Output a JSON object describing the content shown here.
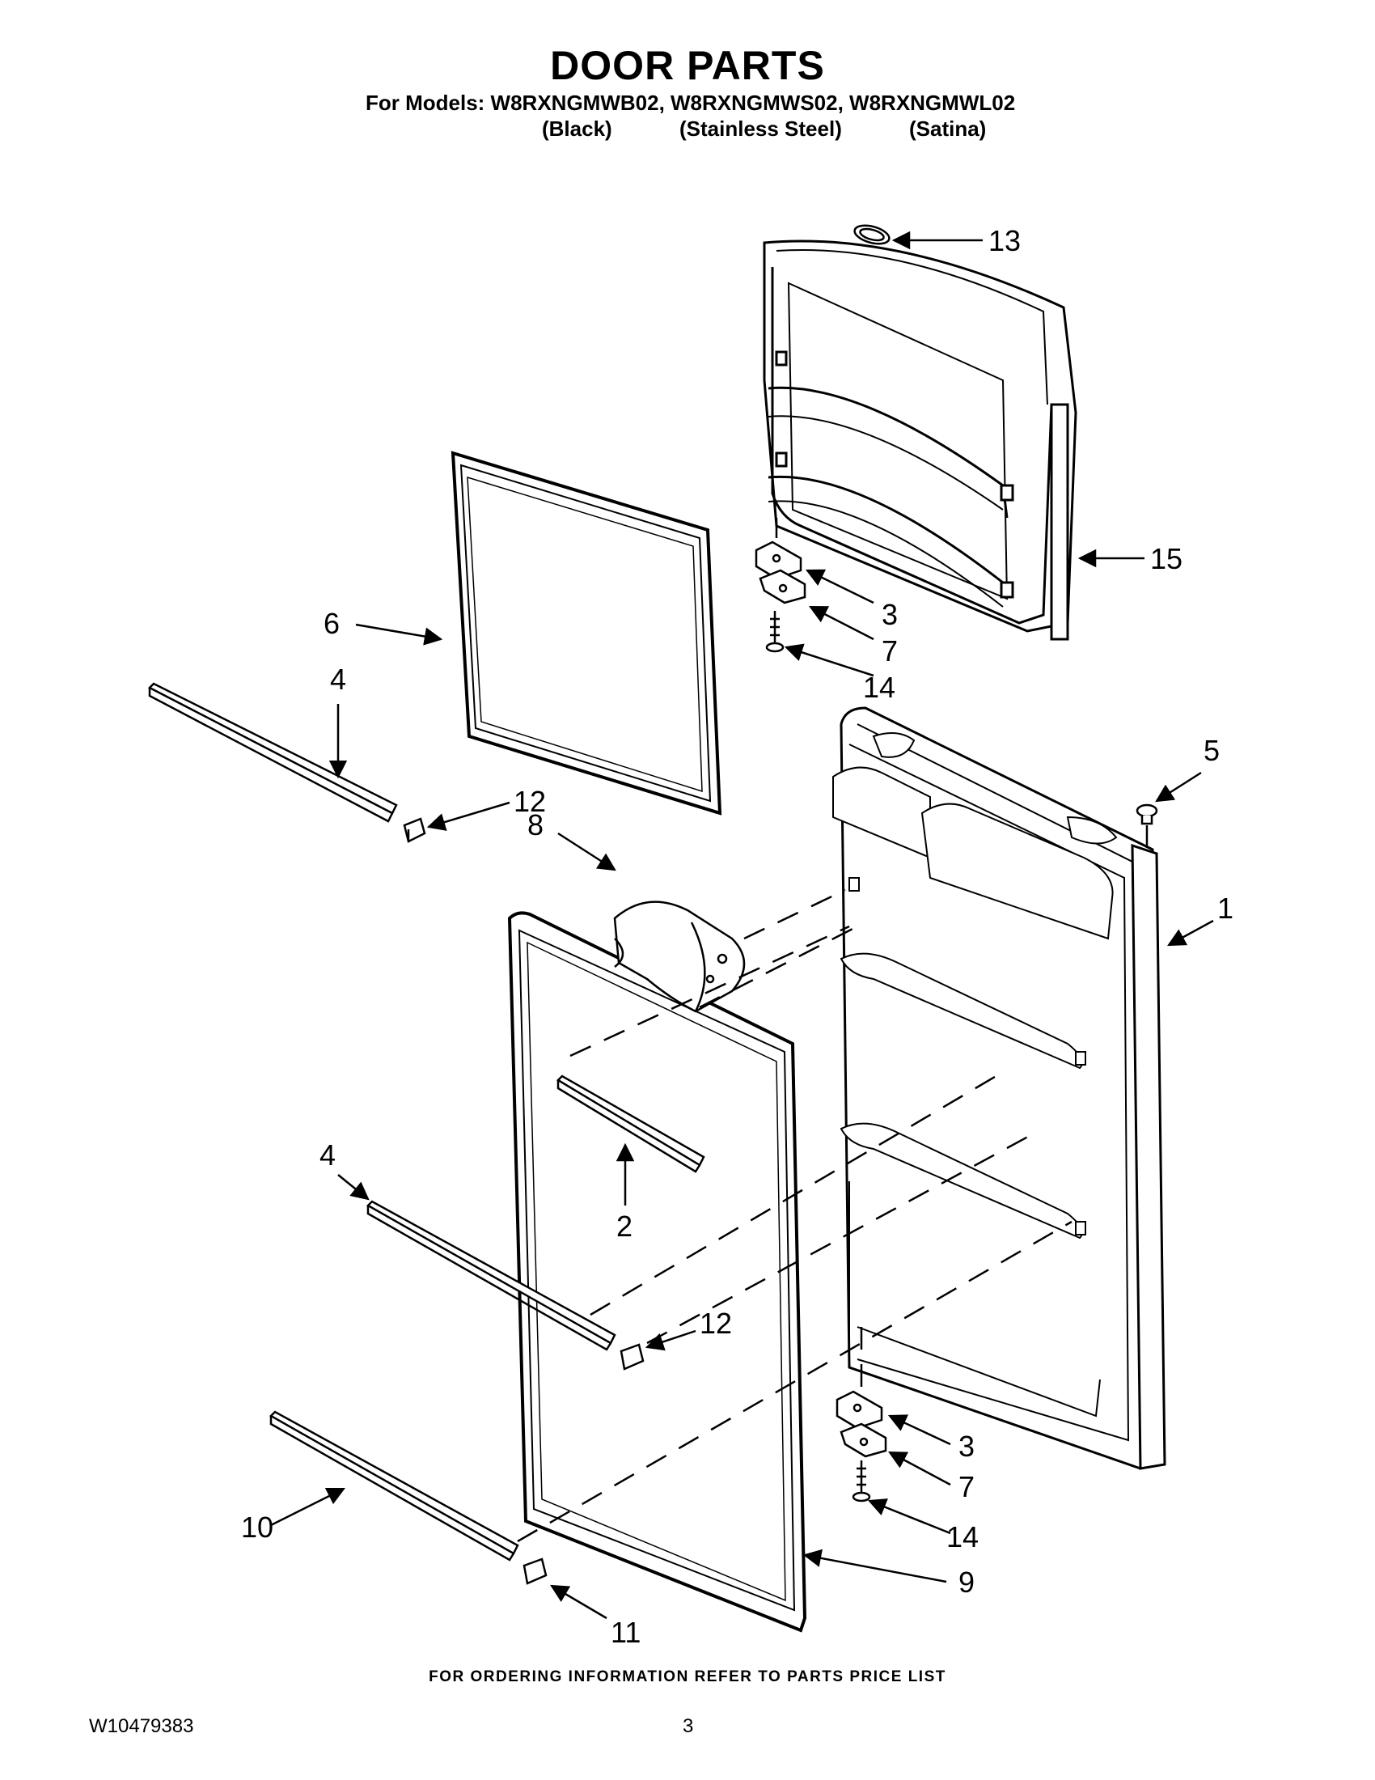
{
  "header": {
    "title": "DOOR PARTS",
    "models_line": "For Models: W8RXNGMWB02, W8RXNGMWS02, W8RXNGMWL02",
    "colors": [
      "(Black)",
      "(Stainless Steel)",
      "(Satina)"
    ]
  },
  "callouts": {
    "c13": "13",
    "c15": "15",
    "c3a": "3",
    "c7a": "7",
    "c14a": "14",
    "c6": "6",
    "c4a": "4",
    "c12a": "12",
    "c5": "5",
    "c8": "8",
    "c1": "1",
    "c2": "2",
    "c4b": "4",
    "c12b": "12",
    "c3b": "3",
    "c7b": "7",
    "c14b": "14",
    "c10": "10",
    "c9": "9",
    "c11": "11"
  },
  "footer": {
    "note": "FOR ORDERING INFORMATION REFER TO PARTS PRICE LIST",
    "doc_number": "W10479383",
    "page": "3"
  }
}
